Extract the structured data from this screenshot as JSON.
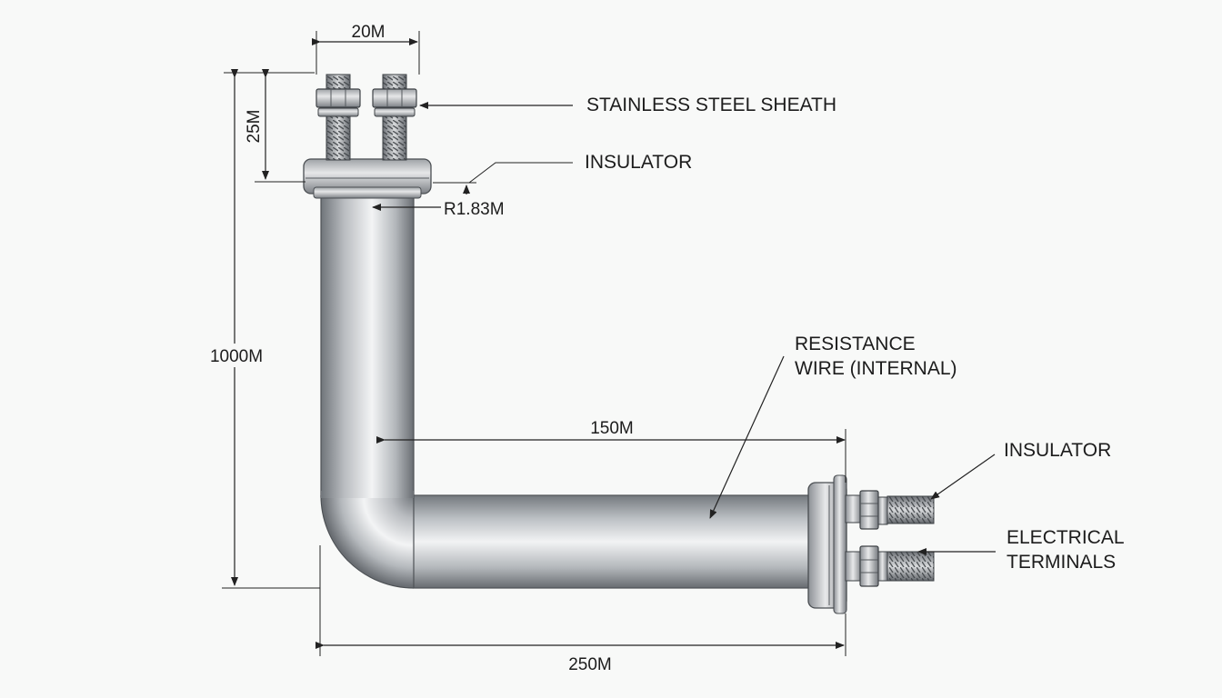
{
  "dimensions": {
    "top_width": "20M",
    "terminal_height": "25M",
    "total_height": "1000M",
    "bend_radius": "R1.83M",
    "horizontal_run": "150M",
    "total_length": "250M"
  },
  "callouts": {
    "sheath": "STAINLESS STEEL SHEATH",
    "insulator_top": "INSULATOR",
    "resistance_wire": [
      "RESISTANCE",
      "WIRE (INTERNAL)"
    ],
    "insulator_right": "INSULATOR",
    "terminals": [
      "ELECTRICAL",
      "TERMINALS"
    ]
  },
  "colors": {
    "metal_dark": "#6f7377",
    "metal_light": "#f2f3f4",
    "line": "#222222"
  }
}
